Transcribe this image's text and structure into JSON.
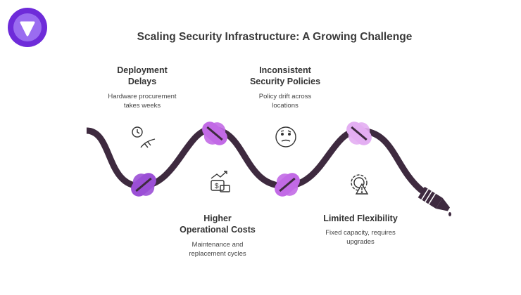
{
  "title": "Scaling Security Infrastructure: A Growing Challenge",
  "colors": {
    "hose": "#3e2a3f",
    "knot_dark": "#9b4fd6",
    "knot_mid": "#c26ae6",
    "knot_light": "#e3aef2",
    "logo_outer": "#6e2bd9",
    "logo_inner": "#9a6cf0"
  },
  "steps": [
    {
      "heading": "Deployment Delays",
      "heading_lines": [
        "Deployment",
        "Delays"
      ],
      "desc_lines": [
        "Hardware procurement",
        "takes weeks"
      ],
      "icon": "clock-timeline-icon"
    },
    {
      "heading": "Higher Operational Costs",
      "heading_lines": [
        "Higher",
        "Operational Costs"
      ],
      "desc_lines": [
        "Maintenance and",
        "replacement cycles"
      ],
      "icon": "money-growth-icon"
    },
    {
      "heading": "Inconsistent Security Policies",
      "heading_lines": [
        "Inconsistent",
        "Security Policies"
      ],
      "desc_lines": [
        "Policy drift across",
        "locations"
      ],
      "icon": "confused-face-icon"
    },
    {
      "heading": "Limited Flexibility",
      "heading_lines": [
        "Limited Flexibility"
      ],
      "desc_lines": [
        "Fixed capacity, requires",
        "upgrades"
      ],
      "icon": "gear-warning-icon"
    }
  ]
}
